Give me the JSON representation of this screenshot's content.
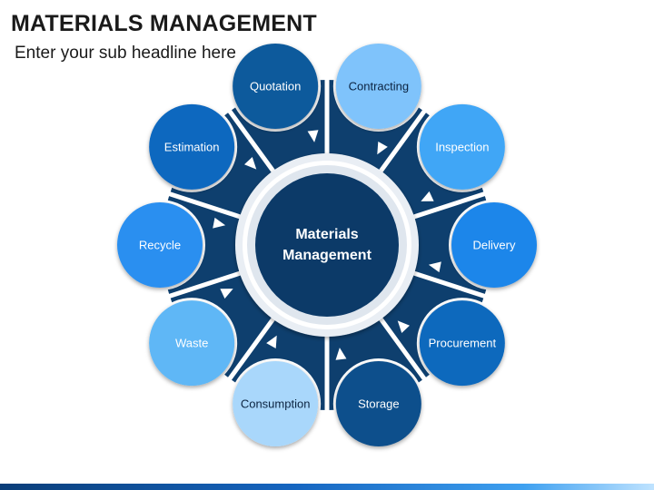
{
  "header": {
    "title": "MATERIALS MANAGEMENT",
    "subtitle": "Enter your sub headline here"
  },
  "diagram": {
    "center": {
      "line1": "Materials",
      "line2": "Management"
    },
    "nodes": [
      {
        "label": "Quotation",
        "fill": "#0d5a9c",
        "text": "#ffffff"
      },
      {
        "label": "Contracting",
        "fill": "#7fc3fb",
        "text": "#0b2340"
      },
      {
        "label": "Inspection",
        "fill": "#3fa6f6",
        "text": "#ffffff"
      },
      {
        "label": "Delivery",
        "fill": "#1d86ea",
        "text": "#ffffff"
      },
      {
        "label": "Procurement",
        "fill": "#0e69bd",
        "text": "#ffffff"
      },
      {
        "label": "Storage",
        "fill": "#0b4f8c",
        "text": "#ffffff"
      },
      {
        "label": "Consumption",
        "fill": "#a9d7fb",
        "text": "#0b2340"
      },
      {
        "label": "Waste",
        "fill": "#5fb7f6",
        "text": "#ffffff"
      },
      {
        "label": "Recycle",
        "fill": "#2a8ff0",
        "text": "#ffffff"
      },
      {
        "label": "Estimation",
        "fill": "#1167bf",
        "text": "#ffffff"
      }
    ],
    "colors": {
      "ring": "#0e3f6e",
      "center": "#0c3a68",
      "arrow": "#ffffff"
    }
  }
}
